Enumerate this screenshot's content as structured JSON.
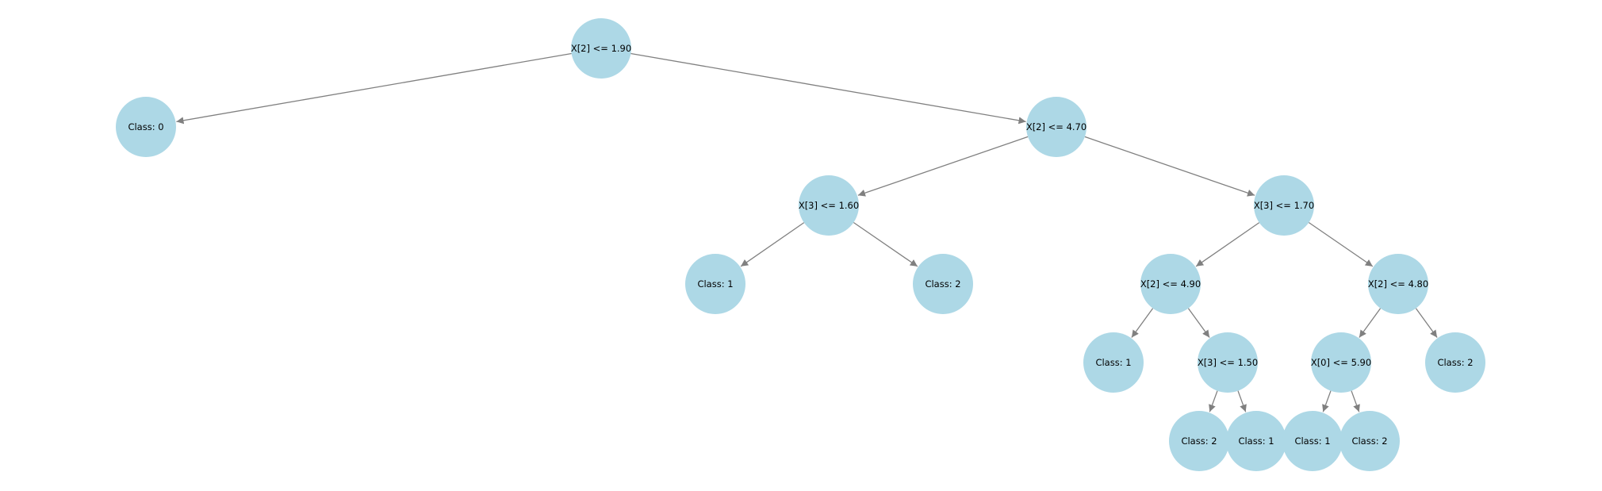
{
  "diagram": {
    "node_color": "#add8e6",
    "edge_color": "#808080",
    "label_color": "#000000",
    "nodes": [
      {
        "id": "n0",
        "label": "X[2] <= 1.90"
      },
      {
        "id": "n1",
        "label": "Class: 0"
      },
      {
        "id": "n2",
        "label": "X[2] <= 4.70"
      },
      {
        "id": "n3",
        "label": "X[3] <= 1.60"
      },
      {
        "id": "n4",
        "label": "Class: 1"
      },
      {
        "id": "n5",
        "label": "Class: 2"
      },
      {
        "id": "n6",
        "label": "X[3] <= 1.70"
      },
      {
        "id": "n7",
        "label": "X[2] <= 4.90"
      },
      {
        "id": "n8",
        "label": "Class: 1"
      },
      {
        "id": "n9",
        "label": "X[3] <= 1.50"
      },
      {
        "id": "n10",
        "label": "Class: 2"
      },
      {
        "id": "n11",
        "label": "Class: 1"
      },
      {
        "id": "n12",
        "label": "X[2] <= 4.80"
      },
      {
        "id": "n13",
        "label": "X[0] <= 5.90"
      },
      {
        "id": "n14",
        "label": "Class: 1"
      },
      {
        "id": "n15",
        "label": "Class: 2"
      },
      {
        "id": "n16",
        "label": "Class: 2"
      }
    ],
    "edges": [
      {
        "from": "n0",
        "to": "n1"
      },
      {
        "from": "n0",
        "to": "n2"
      },
      {
        "from": "n2",
        "to": "n3"
      },
      {
        "from": "n2",
        "to": "n6"
      },
      {
        "from": "n3",
        "to": "n4"
      },
      {
        "from": "n3",
        "to": "n5"
      },
      {
        "from": "n6",
        "to": "n7"
      },
      {
        "from": "n6",
        "to": "n12"
      },
      {
        "from": "n7",
        "to": "n8"
      },
      {
        "from": "n7",
        "to": "n9"
      },
      {
        "from": "n9",
        "to": "n10"
      },
      {
        "from": "n9",
        "to": "n11"
      },
      {
        "from": "n12",
        "to": "n13"
      },
      {
        "from": "n12",
        "to": "n16"
      },
      {
        "from": "n13",
        "to": "n14"
      },
      {
        "from": "n13",
        "to": "n15"
      }
    ]
  }
}
